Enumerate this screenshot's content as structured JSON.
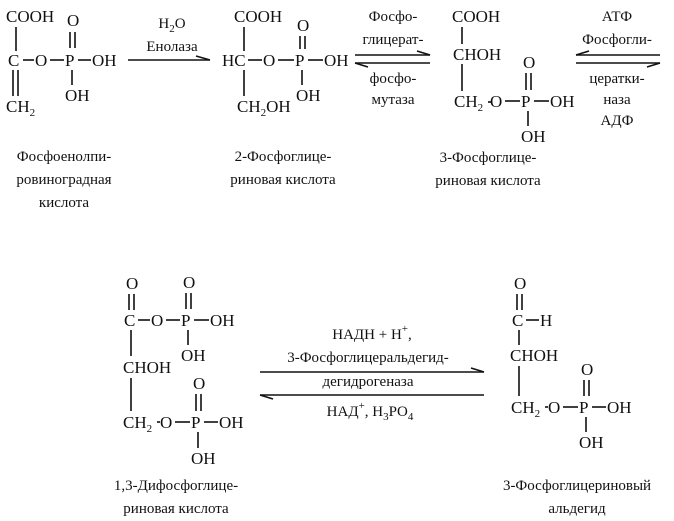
{
  "compounds": {
    "pep": {
      "cooh": "COOH",
      "c": "C",
      "o": "O",
      "p": "P",
      "oh_r": "OH",
      "oh_d": "OH",
      "o_top": "O",
      "ch": "CH",
      "ch_sub": "2",
      "name": [
        "Фосфоенолпи-",
        "ровиноградная",
        "кислота"
      ]
    },
    "pg2": {
      "cooh": "COOH",
      "hc": "HC",
      "o": "O",
      "p": "P",
      "oh_r": "OH",
      "oh_d": "OH",
      "o_top": "O",
      "ch": "CH",
      "ch_sub": "2",
      "ch_oh": "OH",
      "name": [
        "2-Фосфоглице-",
        "риновая кислота"
      ]
    },
    "pg3": {
      "cooh": "COOH",
      "choh": "CHOH",
      "ch": "CH",
      "ch_sub": "2",
      "o": "O",
      "p": "P",
      "oh_r": "OH",
      "oh_d": "OH",
      "o_top": "O",
      "name": [
        "3-Фосфоглице-",
        "риновая кислота"
      ]
    },
    "bpg": {
      "o_top": "O",
      "c": "C",
      "o1": "O",
      "p1": "P",
      "oh1_r": "OH",
      "oh1_d": "OH",
      "o1_top": "O",
      "choh": "CHOH",
      "ch": "CH",
      "ch_sub": "2",
      "o2": "O",
      "p2": "P",
      "oh2_r": "OH",
      "oh2_d": "OH",
      "o2_top": "O",
      "name": [
        "1,3-Дифосфоглице-",
        "риновая кислота"
      ]
    },
    "gap": {
      "o_top": "O",
      "c": "C",
      "h": "H",
      "choh": "CHOH",
      "ch": "CH",
      "ch_sub": "2",
      "o": "O",
      "p": "P",
      "oh_r": "OH",
      "oh_d": "OH",
      "o_top2": "O",
      "name": [
        "3-Фосфоглицериновый",
        "альдегид"
      ]
    }
  },
  "reactions": {
    "enolase": {
      "above": [
        "H",
        "Енолаза"
      ],
      "h2o_sub": "2",
      "h2o_o": "O"
    },
    "mutase": {
      "above": [
        "Фосфо-",
        "глицерат-"
      ],
      "below": [
        "фосфо-",
        "мутаза"
      ]
    },
    "kinase": {
      "lines": [
        "АТФ",
        "Фосфогли-",
        "цераткиназа",
        "АДФ"
      ],
      "line3a": "цератки-",
      "line3b": "наза"
    },
    "dehydrogenase": {
      "top1": "НАДН + H",
      "top1_sup": "+",
      "top1_end": ",",
      "top2": "3-Фосфоглицеральдегид-",
      "top3": "дегидрогеназа",
      "bottom_a": "НАД",
      "bottom_sup": "+",
      "bottom_b": ",  H",
      "bottom_sub1": "3",
      "bottom_c": "PO",
      "bottom_sub2": "4"
    }
  }
}
